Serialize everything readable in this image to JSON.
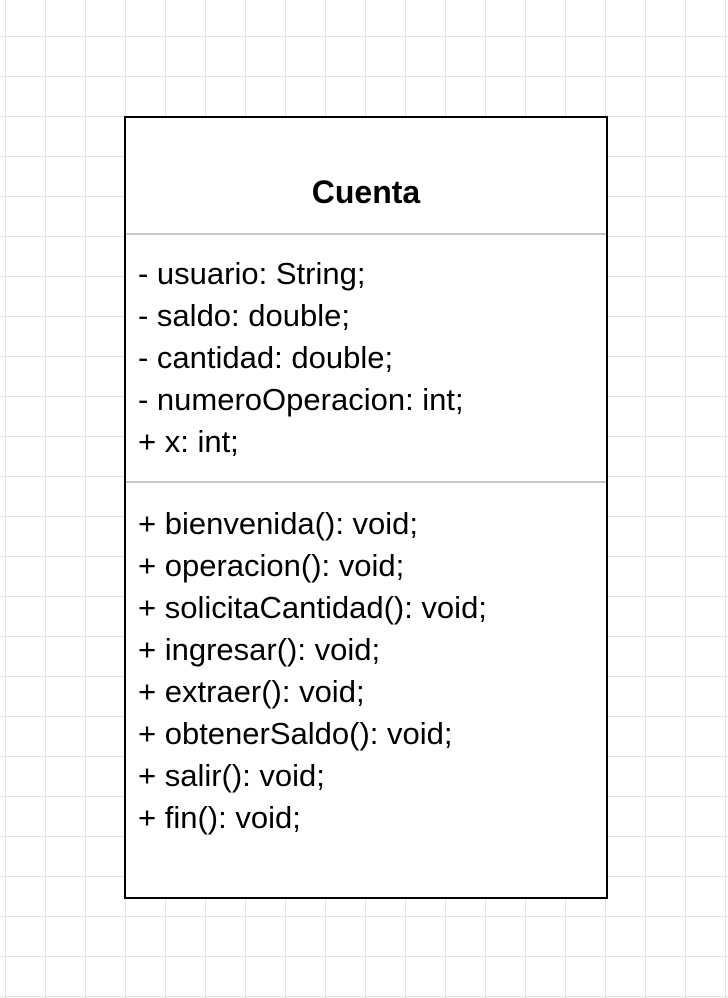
{
  "class": {
    "name": "Cuenta",
    "attributes": [
      "- usuario: String;",
      "- saldo: double;",
      "- cantidad: double;",
      "- numeroOperacion: int;",
      "+ x: int;"
    ],
    "methods": [
      "+ bienvenida(): void;",
      "+ operacion(): void;",
      "+ solicitaCantidad(): void;",
      "+ ingresar(): void;",
      "+ extraer(): void;",
      "+ obtenerSaldo(): void;",
      "+ salir(): void;",
      "+ fin(): void;"
    ]
  }
}
